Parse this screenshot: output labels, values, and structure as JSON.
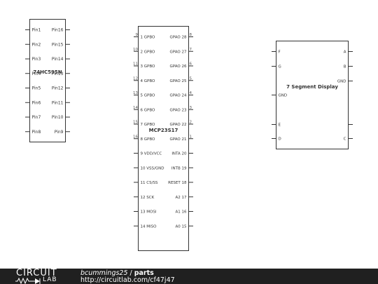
{
  "chips": [
    {
      "name": "74HC595N",
      "left_pins": [
        "Pin1",
        "Pin2",
        "Pin3",
        "Pin4",
        "Pin5",
        "Pin6",
        "Pin7",
        "Pin8"
      ],
      "right_pins": [
        "Pin16",
        "Pin15",
        "Pin14",
        "Pin13",
        "Pin12",
        "Pin11",
        "Pin10",
        "Pin9"
      ]
    },
    {
      "name": "MCP23S17",
      "left_pins": [
        {
          "num": "9",
          "label": "1 GPBO"
        },
        {
          "num": "10",
          "label": "2 GPBO"
        },
        {
          "num": "11",
          "label": "3 GPBO"
        },
        {
          "num": "12",
          "label": "4 GPBO"
        },
        {
          "num": "13",
          "label": "5 GPBO"
        },
        {
          "num": "14",
          "label": "6 GPBO"
        },
        {
          "num": "15",
          "label": "7 GPBO"
        },
        {
          "num": "16",
          "label": "8 GPBO"
        },
        {
          "num": "",
          "label": "9 VDD/VCC"
        },
        {
          "num": "",
          "label": "10 VSS/GND"
        },
        {
          "num": "",
          "label": "11 CS/SS"
        },
        {
          "num": "",
          "label": "12 SCK"
        },
        {
          "num": "",
          "label": "13 MOSI"
        },
        {
          "num": "",
          "label": "14 MISO"
        }
      ],
      "right_pins": [
        {
          "num": "8",
          "label": "GPAO 28"
        },
        {
          "num": "7",
          "label": "GPAO 27"
        },
        {
          "num": "6",
          "label": "GPAO 26"
        },
        {
          "num": "5",
          "label": "GPAO 25"
        },
        {
          "num": "4",
          "label": "GPAO 24"
        },
        {
          "num": "3",
          "label": "GPAO 23"
        },
        {
          "num": "2",
          "label": "GPAO 22"
        },
        {
          "num": "1",
          "label": "GPAO 21"
        },
        {
          "num": "",
          "label": "INTA 20"
        },
        {
          "num": "",
          "label": "INTB 19"
        },
        {
          "num": "",
          "label": "RESET 18"
        },
        {
          "num": "",
          "label": "A2 17"
        },
        {
          "num": "",
          "label": "A1 16"
        },
        {
          "num": "",
          "label": "A0 15"
        }
      ]
    },
    {
      "name": "7 Segment Display",
      "left_pins": [
        "F",
        "G",
        "GND",
        "E",
        "D"
      ],
      "right_pins": [
        "A",
        "B",
        "GND",
        "",
        "C"
      ]
    }
  ],
  "footer": {
    "logo_word": "CIRCUIT",
    "logo_lab": "LAB",
    "user": "bcummings25",
    "separator": "/",
    "title": "parts",
    "url": "http://circuitlab.com/cf47j47"
  },
  "colors": {
    "line": "#333333",
    "text": "#333333",
    "pin_number": "#555555",
    "footer_bg": "#202020"
  }
}
